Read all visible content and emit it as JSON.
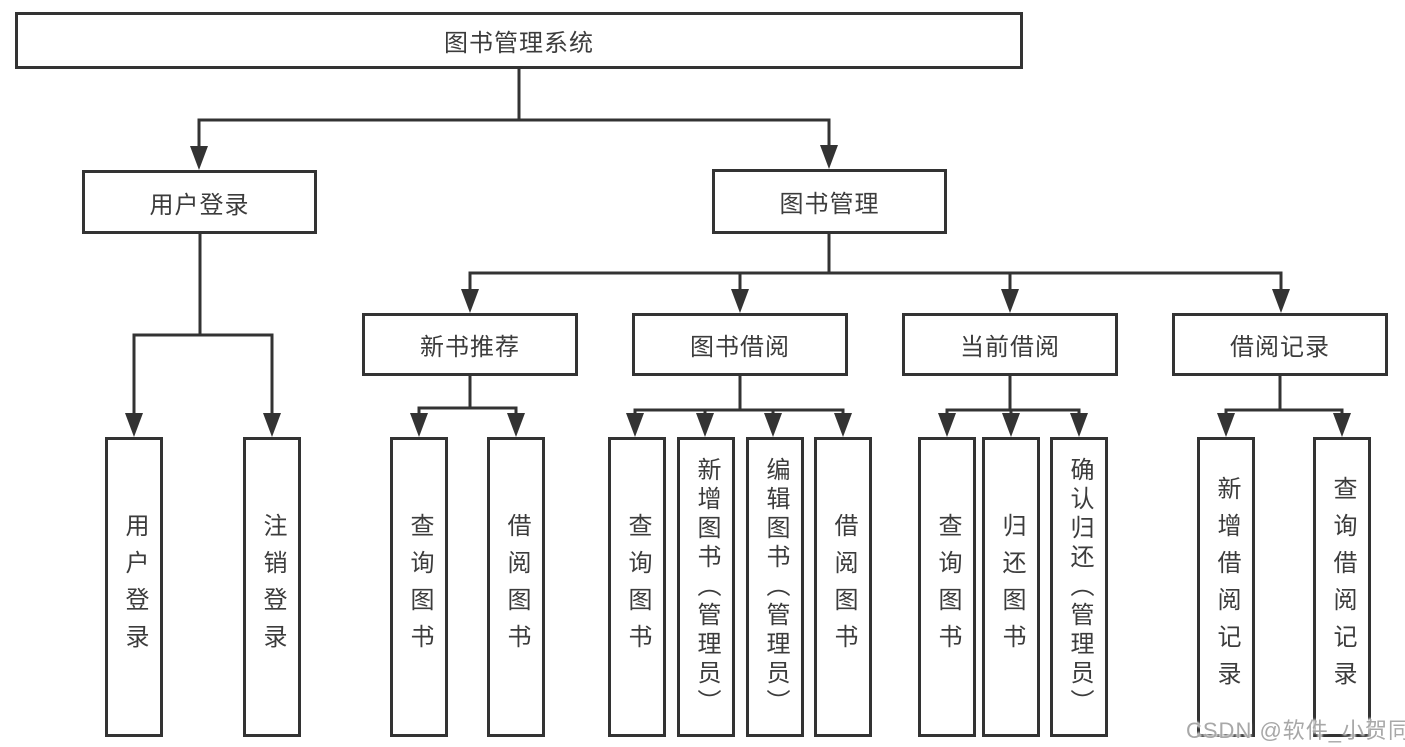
{
  "diagram_title": "图书管理系统",
  "tree": {
    "label": "图书管理系统",
    "children": [
      {
        "label": "用户登录",
        "children": [
          {
            "label": "用户登录"
          },
          {
            "label": "注销登录"
          }
        ]
      },
      {
        "label": "图书管理",
        "children": [
          {
            "label": "新书推荐",
            "children": [
              {
                "label": "查询图书"
              },
              {
                "label": "借阅图书"
              }
            ]
          },
          {
            "label": "图书借阅",
            "children": [
              {
                "label": "查询图书"
              },
              {
                "label": "新增图书（管理员）"
              },
              {
                "label": "编辑图书（管理员）"
              },
              {
                "label": "借阅图书"
              }
            ]
          },
          {
            "label": "当前借阅",
            "children": [
              {
                "label": "查询图书"
              },
              {
                "label": "归还图书"
              },
              {
                "label": "确认归还（管理员）"
              }
            ]
          },
          {
            "label": "借阅记录",
            "children": [
              {
                "label": "新增借阅记录"
              },
              {
                "label": "查询借阅记录"
              }
            ]
          }
        ]
      }
    ]
  },
  "watermark": {
    "text": "CSDN @软件_小贺同学"
  },
  "colors": {
    "line": "#333333",
    "text": "#3c3c3c",
    "watermark": "#a8a8a8",
    "background": "#ffffff"
  }
}
